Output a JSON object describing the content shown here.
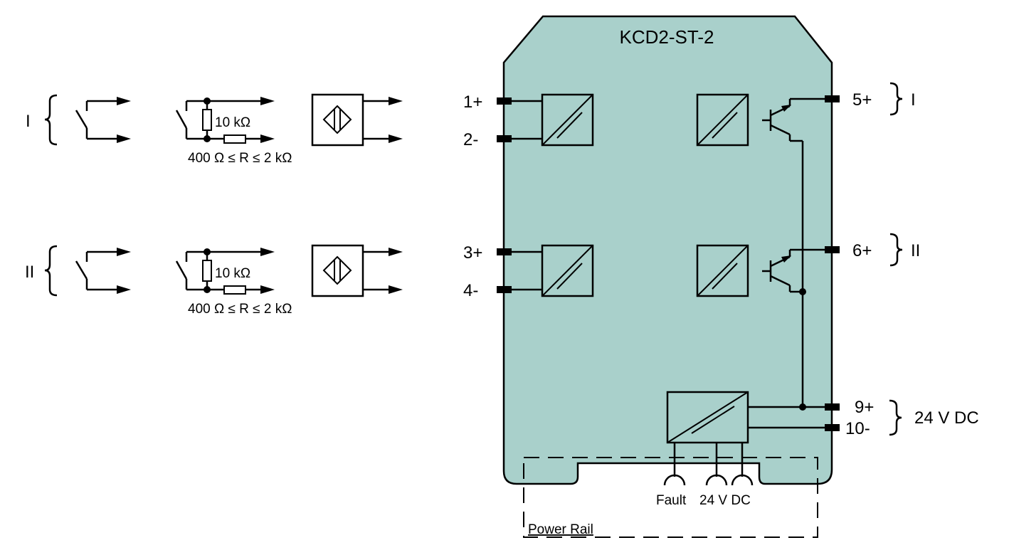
{
  "device": {
    "title": "KCD2-ST-2",
    "housing_color": "#a9d0cb"
  },
  "inputs": {
    "channel_1": {
      "label": "I"
    },
    "channel_2": {
      "label": "II"
    },
    "resistor_parallel": "10 kΩ",
    "resistor_series": "400 Ω ≤ R ≤ 2 kΩ",
    "sensor_types": [
      "mechanical-contact",
      "contact-with-resistor-network",
      "proximity-sensor"
    ]
  },
  "terminals": {
    "t1": "1+",
    "t2": "2-",
    "t3": "3+",
    "t4": "4-",
    "t5": "5+",
    "t6": "6+",
    "t9": "9+",
    "t10": "10-"
  },
  "outputs": {
    "out_1": "I",
    "out_2": "II",
    "supply": "24 V DC"
  },
  "power_rail": {
    "label": "Power Rail",
    "fault_label": "Fault",
    "supply_label": "24 V DC"
  }
}
